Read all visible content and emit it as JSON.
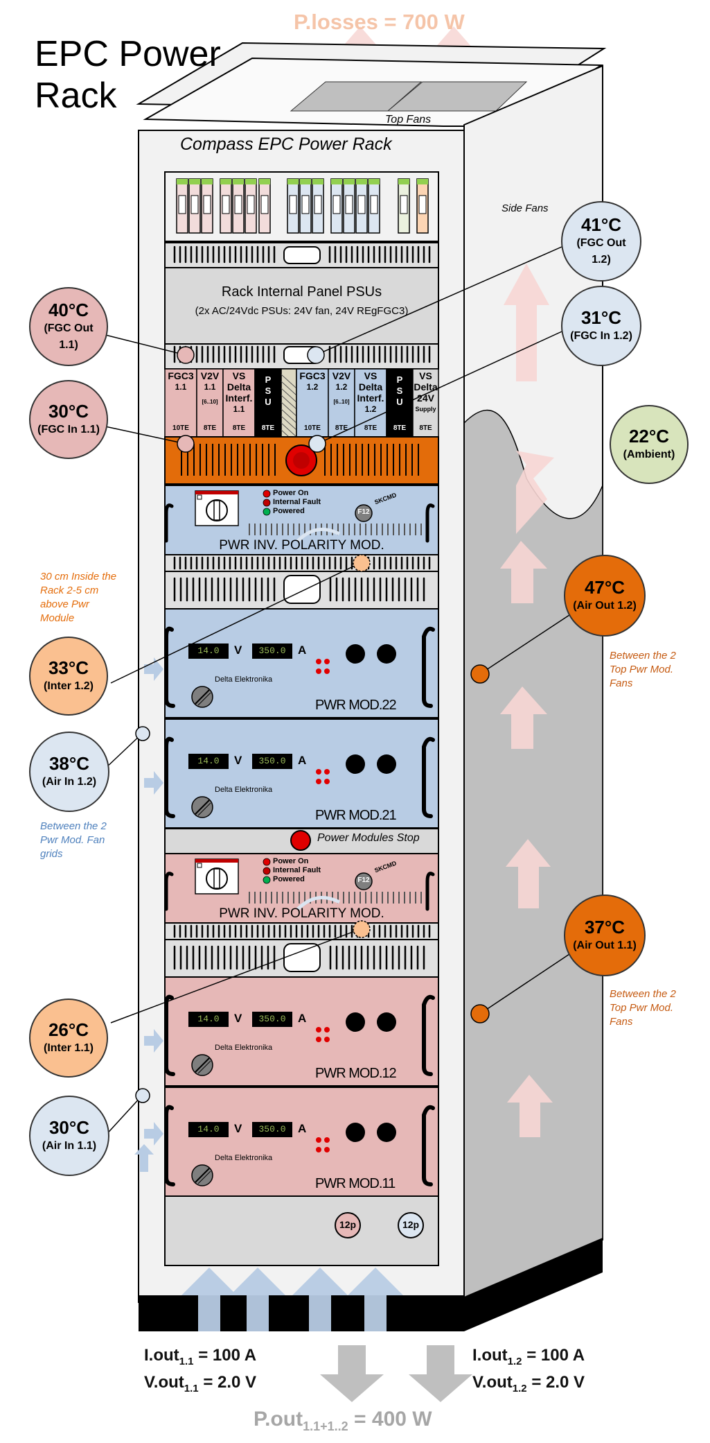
{
  "title": "EPC Power Rack",
  "rack_title": "Compass EPC Power Rack",
  "top_fans": "Top Fans",
  "side_fans": "Side Fans",
  "p_losses": "P.losses  =    700 W",
  "psu_panel": {
    "title": "Rack Internal Panel PSUs",
    "subtitle": "(2x AC/24Vdc PSUs: 24V fan, 24V REgFGC3)"
  },
  "crate_modules": [
    {
      "name": "FGC3",
      "sub": "1.1",
      "size": "10TE"
    },
    {
      "name": "V2V",
      "sub": "1.1",
      "extra": "[6..10]",
      "size": "8TE"
    },
    {
      "name": "VS Delta Interf.",
      "sub": "1.1",
      "size": "8TE"
    },
    {
      "name": "PSU",
      "size": "8TE"
    },
    {
      "name": "FGC3",
      "sub": "1.2",
      "size": "10TE"
    },
    {
      "name": "V2V",
      "sub": "1.2",
      "extra": "[6..10]",
      "size": "8TE"
    },
    {
      "name": "VS Delta Interf.",
      "sub": "1.2",
      "size": "8TE"
    },
    {
      "name": "PSU",
      "size": "8TE"
    },
    {
      "name": "VS Delta 24V",
      "sub": "Supply",
      "size": "8TE"
    }
  ],
  "polarity_module": {
    "label": "PWR INV. POLARITY MOD.",
    "leds": [
      "Power On",
      "Internal Fault",
      "Powered"
    ],
    "connector": "F12",
    "connector_label": "SKCMD"
  },
  "power_modules": [
    {
      "label": "PWR MOD.22",
      "v": "14.0",
      "a": "350.0",
      "brand": "Delta Elektronika"
    },
    {
      "label": "PWR MOD.21",
      "v": "14.0",
      "a": "350.0",
      "brand": "Delta Elektronika"
    },
    {
      "label": "PWR MOD.12",
      "v": "14.0",
      "a": "350.0",
      "brand": "Delta Elektronika"
    },
    {
      "label": "PWR MOD.11",
      "v": "14.0",
      "a": "350.0",
      "brand": "Delta Elektronika"
    }
  ],
  "unit_v": "V",
  "unit_a": "A",
  "stop_label": "Power Modules  Stop",
  "connectors": [
    "12p",
    "12p"
  ],
  "temps": [
    {
      "id": "fgc-out-11",
      "temp": "40°C",
      "label": "(FGC Out 1.1)",
      "color": "#e6b8b7"
    },
    {
      "id": "fgc-in-11",
      "temp": "30°C",
      "label": "(FGC In 1.1)",
      "color": "#e6b8b7"
    },
    {
      "id": "fgc-out-12",
      "temp": "41°C",
      "label": "(FGC Out 1.2)",
      "color": "#dce6f1"
    },
    {
      "id": "fgc-in-12",
      "temp": "31°C",
      "label": "(FGC In 1.2)",
      "color": "#dce6f1"
    },
    {
      "id": "ambient",
      "temp": "22°C",
      "label": "(Ambient)",
      "color": "#d8e4bc"
    },
    {
      "id": "air-out-12",
      "temp": "47°C",
      "label": "(Air Out 1.2)",
      "color": "#e46c0a"
    },
    {
      "id": "inter-12",
      "temp": "33°C",
      "label": "(Inter 1.2)",
      "color": "#fac090"
    },
    {
      "id": "air-in-12",
      "temp": "38°C",
      "label": "(Air In 1.2)",
      "color": "#dce6f1"
    },
    {
      "id": "air-out-11",
      "temp": "37°C",
      "label": "(Air Out 1.1)",
      "color": "#e46c0a"
    },
    {
      "id": "inter-11",
      "temp": "26°C",
      "label": "(Inter 1.1)",
      "color": "#fac090"
    },
    {
      "id": "air-in-11",
      "temp": "30°C",
      "label": "(Air In 1.1)",
      "color": "#dce6f1"
    }
  ],
  "notes": {
    "inside_rack": "30 cm Inside the Rack 2-5 cm above Pwr Module",
    "between_fans_12": "Between the 2 Top Pwr Mod. Fans",
    "between_grids": "Between the 2 Pwr Mod. Fan grids",
    "between_fans_11": "Between the 2 Top Pwr Mod. Fans"
  },
  "outputs": {
    "left": {
      "i": "I.out",
      "i_sub": "1.1",
      "i_val": "=  100 A",
      "v": "V.out",
      "v_sub": "1.1",
      "v_val": "=   2.0 V"
    },
    "right": {
      "i": "I.out",
      "i_sub": "1.2",
      "i_val": "=  100 A",
      "v": "V.out",
      "v_sub": "1.2",
      "v_val": "=   2.0 V"
    }
  },
  "p_out": {
    "label": "P.out",
    "sub": "1.1+1..2",
    "val": "=     400 W"
  },
  "colors": {
    "pink": "#e6b8b7",
    "blue": "#b8cce4",
    "orange": "#e46c0a",
    "grey": "#d9d9d9"
  }
}
